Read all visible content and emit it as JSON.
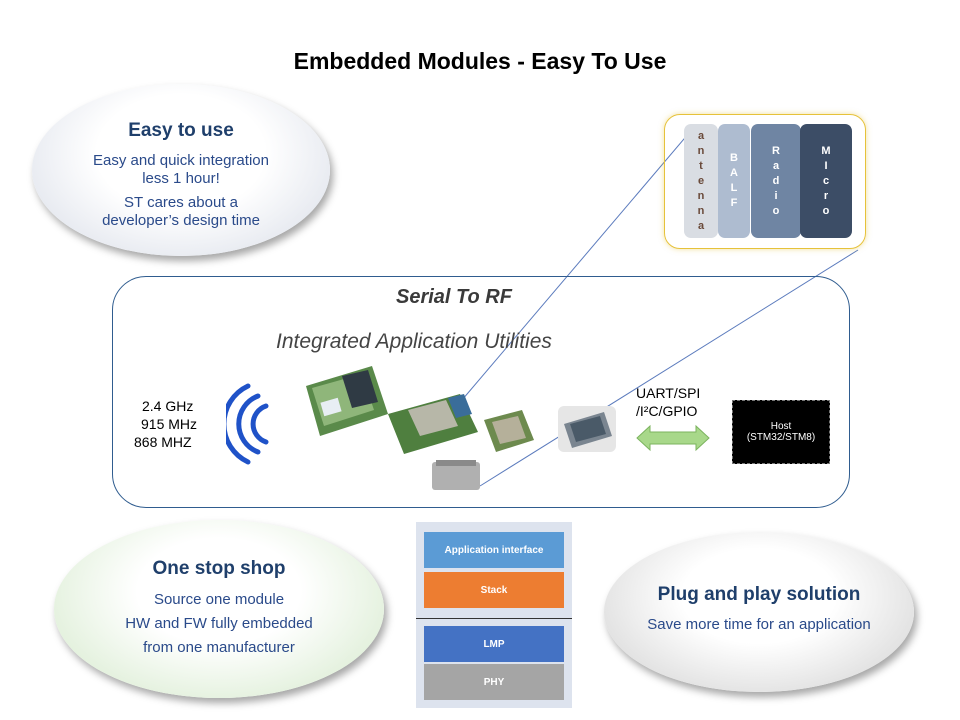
{
  "title": "Embedded Modules - Easy To Use",
  "easy": {
    "heading": "Easy to use",
    "lines": [
      "Easy and quick integration",
      "less 1 hour!",
      "ST cares about a",
      "developer’s design time"
    ]
  },
  "one_stop": {
    "heading": "One stop shop",
    "lines": [
      "Source one module",
      "HW and FW fully embedded",
      "from one manufacturer"
    ]
  },
  "plug": {
    "heading": "Plug and play solution",
    "lines": [
      "Save more time for an application"
    ]
  },
  "rf": {
    "serial": "Serial To RF",
    "utilities": "Integrated Application Utilities",
    "freqs": [
      "2.4 GHz",
      "915 MHz",
      "868 MHZ"
    ]
  },
  "interface": {
    "line1": "UART/SPI",
    "line2": "/I²C/GPIO"
  },
  "host": {
    "line1": "Host",
    "line2": "(STM32/STM8)"
  },
  "module_stack": {
    "antenna": [
      "a",
      "n",
      "t",
      "e",
      "n",
      "n",
      "a"
    ],
    "balf": [
      "B",
      "A",
      "L",
      "F"
    ],
    "radio": [
      "R",
      "a",
      "d",
      "i",
      "o"
    ],
    "micro": [
      "M",
      "I",
      "c",
      "r",
      "o"
    ]
  },
  "layers": {
    "app": "Application interface",
    "stack": "Stack",
    "lmp": "LMP",
    "phy": "PHY"
  },
  "colors": {
    "title_blue": "#1f3f6b",
    "body_blue": "#2a4a8a",
    "box_border": "#2f5c8f",
    "wave_blue": "#1f52c8",
    "arrow_green": "#a8d88a",
    "layer_app": "#5b9bd5",
    "layer_stack": "#ed7d31",
    "layer_lmp": "#4472c4",
    "layer_phy": "#a5a5a5"
  }
}
